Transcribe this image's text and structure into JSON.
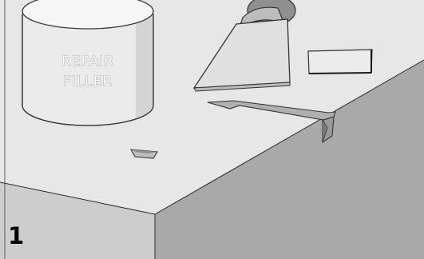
{
  "step": {
    "number": "1"
  },
  "filler_can": {
    "label_line1": "REPAIR",
    "label_line2": "FILLER"
  },
  "colors": {
    "background": "#ffffff",
    "tabletop": "#e7e7e7",
    "front_face": "#cdcdcd",
    "side_face": "#a9a9a9",
    "outline": "#3a3a3a"
  }
}
